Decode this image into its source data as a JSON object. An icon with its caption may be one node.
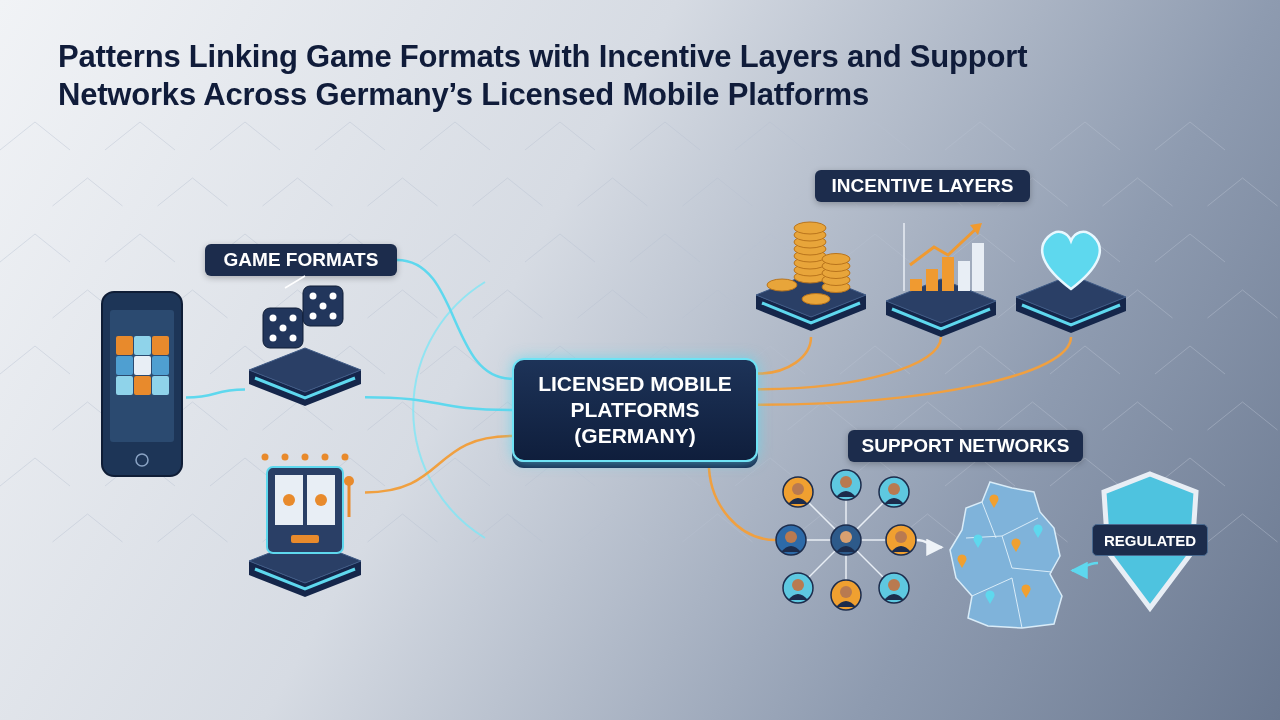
{
  "diagram": {
    "title": "Patterns Linking Game Formats with Incentive Layers and Support Networks Across Germany’s Licensed Mobile Platforms",
    "nodes": [
      {
        "text": [
          "GAME FORMATS"
        ]
      },
      {
        "text": [],
        "shape": "picture"
      },
      {
        "text": [],
        "shape": "picture"
      },
      {
        "text": [],
        "shape": "picture"
      },
      {
        "text": [
          "LICENSED MOBILE PLATFORMS (GERMANY)"
        ]
      },
      {
        "text": [
          "INCENTIVE LAYERS"
        ]
      },
      {
        "text": [],
        "shape": "picture"
      },
      {
        "text": [],
        "shape": "picture"
      },
      {
        "text": [],
        "shape": "picture"
      },
      {
        "text": [
          "SUPPORT NETWORKS"
        ]
      },
      {
        "text": [],
        "shape": "picture"
      },
      {
        "text": [],
        "shape": "picture"
      },
      {
        "text": [
          "REGULATED"
        ]
      }
    ],
    "edges": [
      {
        "from": 0,
        "to": 4,
        "arrow": "none",
        "color": "#5ed8ee"
      },
      {
        "from": 1,
        "to": 2,
        "arrow": "none",
        "color": "#5ed8ee"
      },
      {
        "from": 2,
        "to": 4,
        "arrow": "none",
        "color": "#5ed8ee"
      },
      {
        "from": 3,
        "to": 4,
        "arrow": "none"
      },
      {
        "from": 4,
        "to": 6,
        "arrow": "none"
      },
      {
        "from": 4,
        "to": 7,
        "arrow": "none"
      },
      {
        "from": 4,
        "to": 8,
        "arrow": "none"
      },
      {
        "from": 4,
        "to": 10,
        "arrow": "none"
      },
      {
        "from": 10,
        "to": 11,
        "arrow": "to",
        "color": "#eef3f8"
      },
      {
        "from": 12,
        "to": 11,
        "arrow": "to",
        "color": "#5ed8ee"
      }
    ]
  }
}
